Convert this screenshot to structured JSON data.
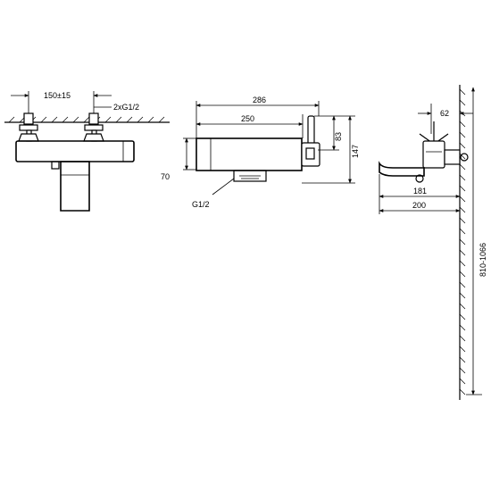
{
  "dimensions": {
    "spacing": "150±15",
    "inlet_thread": "2xG1/2",
    "overall_length": "286",
    "body_length": "250",
    "handle_height": "83",
    "total_height": "147",
    "spout_height": "70",
    "outlet_thread": "G1/2",
    "projection_top": "62",
    "spout_reach": "181",
    "overall_depth": "200",
    "mounting_height": "810-1066"
  }
}
